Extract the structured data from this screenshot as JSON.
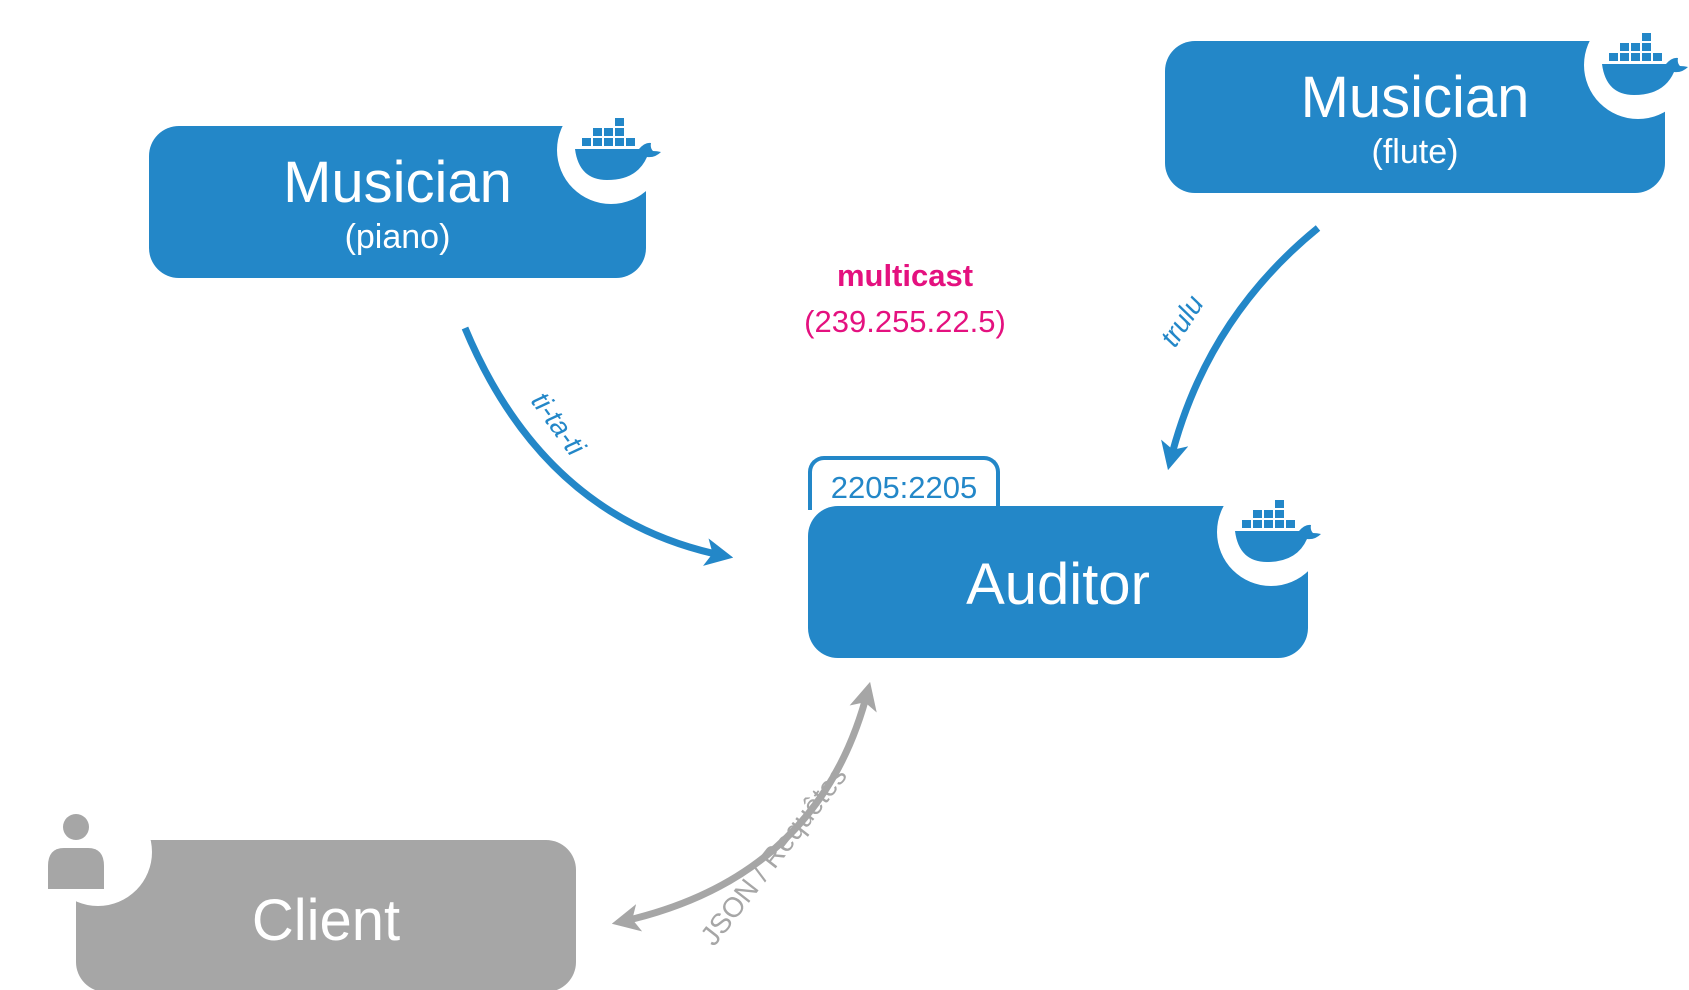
{
  "nodes": {
    "piano": {
      "title": "Musician",
      "subtitle": "(piano)"
    },
    "flute": {
      "title": "Musician",
      "subtitle": "(flute)"
    },
    "auditor": {
      "title": "Auditor",
      "port": "2205:2205"
    },
    "client": {
      "title": "Client"
    }
  },
  "multicast": {
    "label": "multicast",
    "address": "(239.255.22.5)"
  },
  "edges": {
    "piano_to_auditor": "ti-ta-ti",
    "flute_to_auditor": "trulu",
    "client_auditor": "JSON / Requêtes"
  },
  "icons": {
    "container_badge": "docker-whale-icon",
    "client_badge": "user-icon"
  },
  "colors": {
    "node_blue": "#2387c8",
    "node_gray": "#a6a6a6",
    "multicast": "#e4117f"
  }
}
